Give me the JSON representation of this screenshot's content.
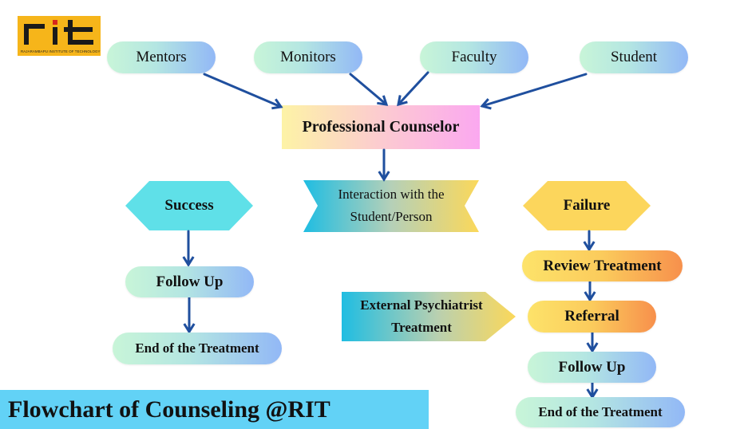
{
  "logo": {
    "text": "rit",
    "subtitle": "RAJARAMBAPU INSTITUTE OF TECHNOLOGY"
  },
  "sources": [
    {
      "label": "Mentors"
    },
    {
      "label": "Monitors"
    },
    {
      "label": "Faculty"
    },
    {
      "label": "Student"
    }
  ],
  "counselor": {
    "label": "Professional Counselor"
  },
  "interaction": {
    "line1": "Interaction with the",
    "line2": "Student/Person"
  },
  "success": {
    "label": "Success",
    "steps": [
      "Follow Up",
      "End of the Treatment"
    ]
  },
  "failure": {
    "label": "Failure",
    "steps": [
      "Review Treatment",
      "Referral",
      "Follow Up",
      "End of the Treatment"
    ]
  },
  "external": {
    "line1": "External Psychiatrist",
    "line2": "Treatment"
  },
  "title": "Flowchart of Counseling @RIT",
  "colors": {
    "arrow": "#1f4f9e",
    "success_hex": "#5fe0e8",
    "failure_hex": "#fcd65c",
    "title_bar": "#62d2f6",
    "logo_bg": "#f6b51a"
  }
}
